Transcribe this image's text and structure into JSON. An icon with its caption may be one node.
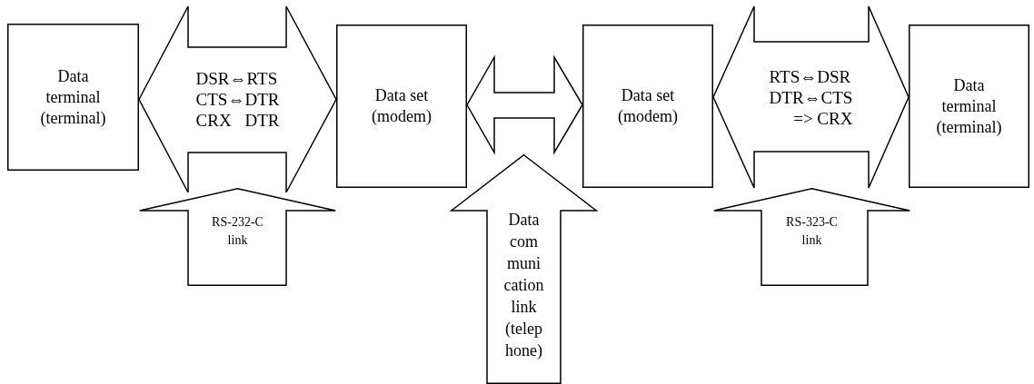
{
  "diagram": {
    "nodes": [
      {
        "text": [
          "Data terminal (terminal)"
        ]
      },
      {
        "text": [
          "Data set (modem)"
        ]
      },
      {
        "text": [
          "Data set (modem)"
        ]
      },
      {
        "text": [
          "Data terminal (terminal)"
        ]
      },
      {
        "text": [
          "RS-232-C link"
        ]
      },
      {
        "text": [
          "Data com muni cation link (telep hone)"
        ]
      },
      {
        "text": [
          "RS-323-C link"
        ]
      }
    ],
    "edges": [
      {
        "from": 0,
        "to": 1,
        "arrow": "both",
        "label": "DSR⇔RTS CTS⇔DTR CRX DTR"
      },
      {
        "from": 1,
        "to": 2,
        "arrow": "both"
      },
      {
        "from": 2,
        "to": 3,
        "arrow": "both",
        "label": "RTS⇔DSR DTR⇔CTS => CRX"
      }
    ]
  }
}
